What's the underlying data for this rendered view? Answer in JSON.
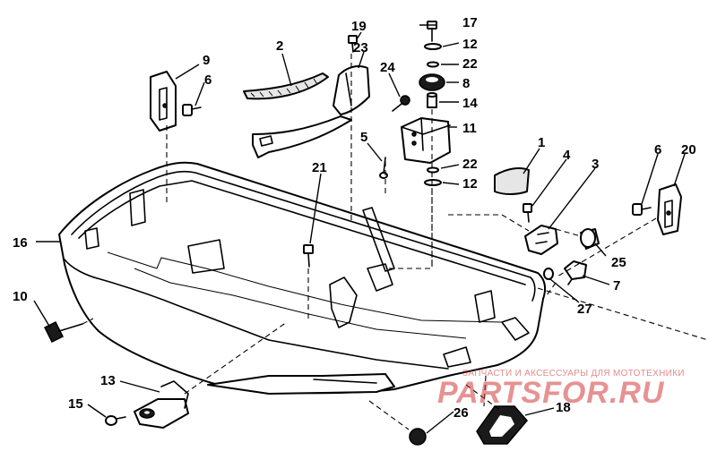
{
  "callouts": {
    "c1": "1",
    "c2": "2",
    "c3": "3",
    "c4": "4",
    "c5": "5",
    "c6a": "6",
    "c6b": "6",
    "c7": "7",
    "c8": "8",
    "c9": "9",
    "c10": "10",
    "c11": "11",
    "c12a": "12",
    "c12b": "12",
    "c13": "13",
    "c14": "14",
    "c15": "15",
    "c16": "16",
    "c17": "17",
    "c18": "18",
    "c19": "19",
    "c20": "20",
    "c21": "21",
    "c22a": "22",
    "c22b": "22",
    "c23": "23",
    "c24": "24",
    "c25": "25",
    "c26": "26",
    "c27": "27"
  },
  "watermark": {
    "tagline": "ЗАПЧАСТИ И АКСЕССУАРЫ ДЛЯ МОТОТЕХНИКИ",
    "brand": "PARTSFOR.RU"
  },
  "colors": {
    "line": "#000000",
    "background": "#ffffff",
    "watermark": "#d23a3a"
  }
}
